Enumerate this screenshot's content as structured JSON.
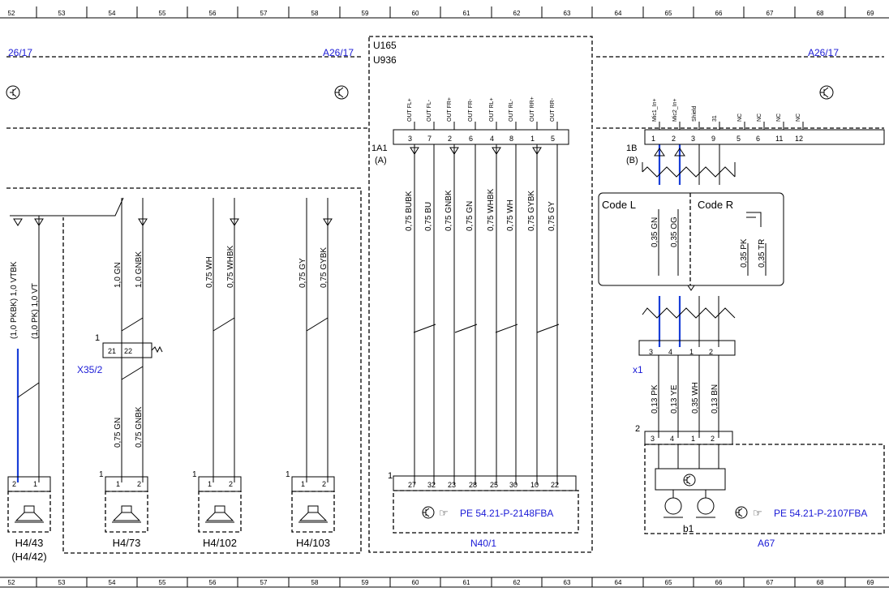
{
  "ruler": {
    "top": [
      "52",
      "53",
      "54",
      "55",
      "56",
      "57",
      "58",
      "59",
      "60",
      "61",
      "62",
      "63",
      "64",
      "65",
      "66",
      "67",
      "68",
      "69"
    ],
    "bottom": [
      "52",
      "53",
      "54",
      "55",
      "56",
      "57",
      "58",
      "59",
      "60",
      "61",
      "62",
      "63",
      "64",
      "65",
      "66",
      "67",
      "68",
      "69"
    ]
  },
  "refs": {
    "left": "26/17",
    "mid": "A26/17",
    "right": "A26/17"
  },
  "module": {
    "code1": "U165",
    "code2": "U936",
    "conn": "1A1",
    "conn_sub": "(A)",
    "pins": [
      "OUT FL+",
      "OUT FL-",
      "OUT FR+",
      "OUT FR-",
      "OUT RL+",
      "OUT RL-",
      "OUT RR+",
      "OUT RR-"
    ],
    "pin_nums": [
      "3",
      "7",
      "2",
      "6",
      "4",
      "8",
      "1",
      "5"
    ],
    "wires": [
      "0,75 BUBK",
      "0,75 BU",
      "0,75 GNBK",
      "0,75 GN",
      "0,75 WHBK",
      "0,75 WH",
      "0,75 GYBK",
      "0,75 GY"
    ],
    "bottom_pins": [
      "27",
      "32",
      "23",
      "28",
      "25",
      "30",
      "10",
      "22"
    ],
    "bottom_num": "1",
    "ref": "PE 54.21-P-2148FBA",
    "name": "N40/1"
  },
  "mic": {
    "pins": [
      "Mic1_In+",
      "Mic2_In+",
      "Shield",
      "31",
      "NC",
      "NC",
      "NC",
      "NC"
    ],
    "pin_nums": [
      "1",
      "2",
      "3",
      "9",
      "5",
      "6",
      "11",
      "12"
    ],
    "conn": "1B",
    "conn_sub": "(B)",
    "code_l": "Code L",
    "code_r": "Code R",
    "code_l_wires": [
      "0,35 GN",
      "0,35 OG"
    ],
    "code_r_wires": [
      "0,35 PK",
      "0,35 TR"
    ],
    "x1": "x1",
    "x1_pins": [
      "3",
      "4",
      "1",
      "2"
    ],
    "wires": [
      "0,13 PK",
      "0,13 YE",
      "0,35 WH",
      "0,13 BN"
    ],
    "a67_num": "2",
    "a67_pins": [
      "3",
      "4",
      "1",
      "2"
    ],
    "ref": "PE 54.21-P-2107FBA",
    "b1": "b1",
    "name": "A67"
  },
  "left": {
    "wires_top": [
      "(1,0 PKBK) 1,0 VTBK",
      "(1,0 PK) 1,0 VT",
      "1,0 GN",
      "1,0 GNBK",
      "0,75 WH",
      "0,75 WHBK",
      "0,75 GY",
      "0,75 GYBK"
    ],
    "x35": "X35/2",
    "x35_num": "1",
    "x35_pins": [
      "21",
      "22"
    ],
    "x35_wires": [
      "0,75 GN",
      "0,75 GNBK"
    ],
    "speakers": [
      {
        "name": "H4/43",
        "sub": "(H4/42)",
        "pins": [
          "2",
          "1"
        ],
        "num": ""
      },
      {
        "name": "H4/73",
        "sub": "",
        "pins": [
          "1",
          "2"
        ],
        "num": "1"
      },
      {
        "name": "H4/102",
        "sub": "",
        "pins": [
          "1",
          "2"
        ],
        "num": "1"
      },
      {
        "name": "H4/103",
        "sub": "",
        "pins": [
          "1",
          "2"
        ],
        "num": "1"
      }
    ]
  },
  "colors": {
    "blue_label": "#1a1ad6",
    "blue_wire": "#1a3fd8"
  }
}
